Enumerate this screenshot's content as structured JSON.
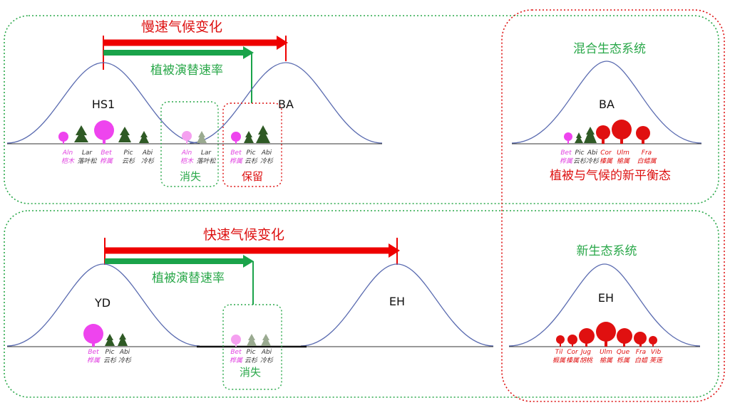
{
  "panels": {
    "slow": {
      "title": "慢速气候变化",
      "rate_label": "植被演替速率",
      "start_label": "HS1",
      "end_label": "BA",
      "start_taxa": [
        {
          "abbr": "Aln",
          "name": "桤木",
          "color": "#e040e0"
        },
        {
          "abbr": "Lar",
          "name": "落叶松",
          "color": "#333333"
        },
        {
          "abbr": "Bet",
          "name": "桦属",
          "color": "#e040e0"
        },
        {
          "abbr": "Pic",
          "name": "云杉",
          "color": "#333333"
        },
        {
          "abbr": "Abi",
          "name": "冷杉",
          "color": "#333333"
        }
      ],
      "lost_taxa": [
        {
          "abbr": "Aln",
          "name": "桤木",
          "color": "#e040e0"
        },
        {
          "abbr": "Lar",
          "name": "落叶松",
          "color": "#333333"
        }
      ],
      "lost_label": "消失",
      "kept_taxa": [
        {
          "abbr": "Bet",
          "name": "桦属",
          "color": "#e040e0"
        },
        {
          "abbr": "Pic",
          "name": "云杉",
          "color": "#333333"
        },
        {
          "abbr": "Abi",
          "name": "冷杉",
          "color": "#333333"
        }
      ],
      "kept_label": "保留"
    },
    "fast": {
      "title": "快速气候变化",
      "rate_label": "植被演替速率",
      "start_label": "YD",
      "end_label": "EH",
      "start_taxa": [
        {
          "abbr": "Bet",
          "name": "桦属",
          "color": "#e040e0"
        },
        {
          "abbr": "Pic",
          "name": "云杉",
          "color": "#333333"
        },
        {
          "abbr": "Abi",
          "name": "冷杉",
          "color": "#333333"
        }
      ],
      "lost_taxa": [
        {
          "abbr": "Bet",
          "name": "桦属",
          "color": "#e040e0"
        },
        {
          "abbr": "Pic",
          "name": "云杉",
          "color": "#333333"
        },
        {
          "abbr": "Abi",
          "name": "冷杉",
          "color": "#333333"
        }
      ],
      "lost_label": "消失"
    },
    "mixed": {
      "title": "混合生态系统",
      "curve_label": "BA",
      "taxa": [
        {
          "abbr": "Bet",
          "name": "桦属",
          "color": "#e040e0"
        },
        {
          "abbr": "Pic",
          "name": "云杉",
          "color": "#333333"
        },
        {
          "abbr": "Abi",
          "name": "冷杉",
          "color": "#333333"
        },
        {
          "abbr": "Cor",
          "name": "榛属",
          "color": "#e01010"
        },
        {
          "abbr": "Ulm",
          "name": "榆属",
          "color": "#e01010"
        },
        {
          "abbr": "Fra",
          "name": "白蜡属",
          "color": "#e01010"
        }
      ],
      "caption": "植被与气候的新平衡态"
    },
    "novel": {
      "title": "新生态系统",
      "curve_label": "EH",
      "taxa": [
        {
          "abbr": "Til",
          "name": "椴属",
          "color": "#e01010"
        },
        {
          "abbr": "Cor",
          "name": "榛属",
          "color": "#e01010"
        },
        {
          "abbr": "Jug",
          "name": "胡桃",
          "color": "#e01010"
        },
        {
          "abbr": "Ulm",
          "name": "榆属",
          "color": "#e01010"
        },
        {
          "abbr": "Que",
          "name": "栎属",
          "color": "#e01010"
        },
        {
          "abbr": "Fra",
          "name": "白蜡",
          "color": "#e01010"
        },
        {
          "abbr": "Vib",
          "name": "荚蒾",
          "color": "#e01010"
        }
      ]
    }
  },
  "colors": {
    "red": "#ee0000",
    "green": "#1aa34a",
    "curve": "#5a6bb0",
    "magenta": "#ee44ee",
    "pink_faded": "#f5a0f0",
    "conifer": "#2f5a25",
    "conifer_faded": "#9aaa90",
    "text_green": "#2aa84a",
    "text_red": "#dd1111"
  }
}
